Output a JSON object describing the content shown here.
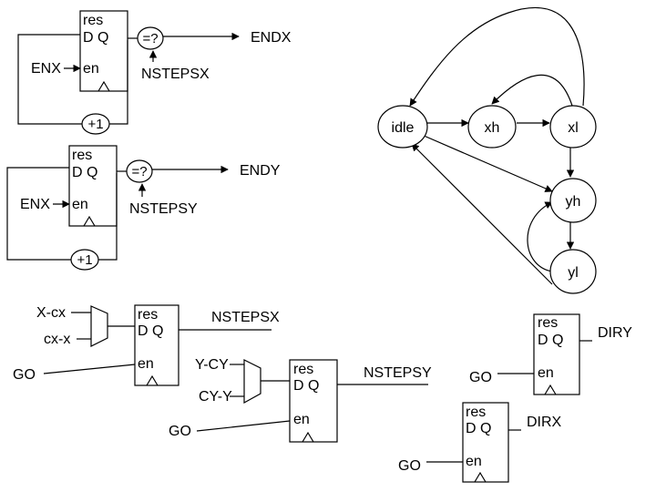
{
  "register_labels": {
    "reset": "res",
    "data": "D Q",
    "enable": "en"
  },
  "counter_x": {
    "enable_input": "ENX",
    "increment": "+1",
    "compare": "=?",
    "limit": "NSTEPSX",
    "output": "ENDX"
  },
  "counter_y": {
    "enable_input": "ENX",
    "increment": "+1",
    "compare": "=?",
    "limit": "NSTEPSY",
    "output": "ENDY"
  },
  "mux_x": {
    "input_a": "X-cx",
    "input_b": "cx-x",
    "enable": "GO",
    "output": "NSTEPSX"
  },
  "mux_y": {
    "input_a": "Y-CY",
    "input_b": "CY-Y",
    "enable": "GO",
    "output": "NSTEPSY"
  },
  "reg_diry": {
    "enable": "GO",
    "output": "DIRY"
  },
  "reg_dirx": {
    "enable": "GO",
    "output": "DIRX"
  },
  "fsm": {
    "states": [
      {
        "id": "idle",
        "label": "idle"
      },
      {
        "id": "xh",
        "label": "xh"
      },
      {
        "id": "xl",
        "label": "xl"
      },
      {
        "id": "yh",
        "label": "yh"
      },
      {
        "id": "yl",
        "label": "yl"
      }
    ],
    "transitions": [
      {
        "from": "idle",
        "to": "xh"
      },
      {
        "from": "xh",
        "to": "xl"
      },
      {
        "from": "xl",
        "to": "xh"
      },
      {
        "from": "xl",
        "to": "idle"
      },
      {
        "from": "xl",
        "to": "yh"
      },
      {
        "from": "idle",
        "to": "yh"
      },
      {
        "from": "yh",
        "to": "yl"
      },
      {
        "from": "yl",
        "to": "yh"
      },
      {
        "from": "yl",
        "to": "idle"
      }
    ]
  }
}
